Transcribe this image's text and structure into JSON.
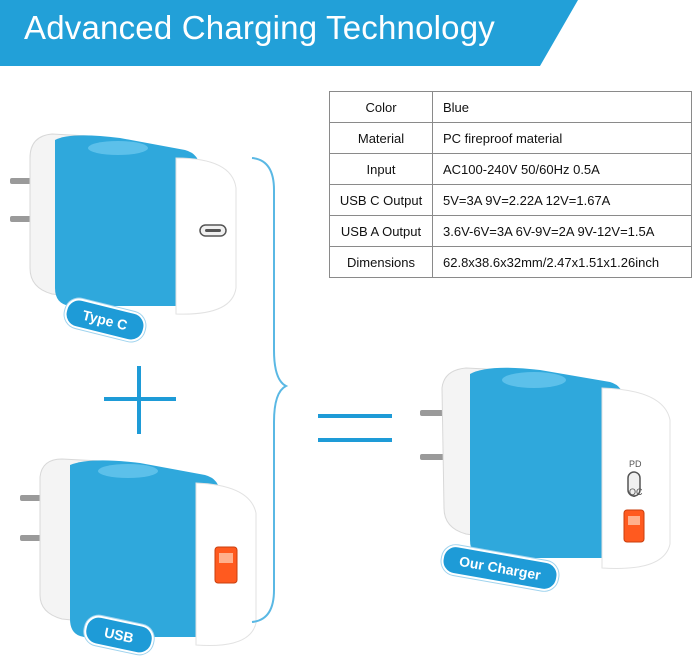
{
  "header": {
    "title": "Advanced Charging Technology",
    "color": "#22a0d8"
  },
  "spec_table": {
    "rows": [
      {
        "key": "Color",
        "value": "Blue"
      },
      {
        "key": "Material",
        "value": "PC fireproof material"
      },
      {
        "key": "Input",
        "value": "AC100-240V 50/60Hz 0.5A"
      },
      {
        "key": "USB C Output",
        "value": "5V=3A  9V=2.22A  12V=1.67A"
      },
      {
        "key": "USB A Output",
        "value": "3.6V-6V=3A 6V-9V=2A 9V-12V=1.5A"
      },
      {
        "key": "Dimensions",
        "value": "62.8x38.6x32mm/2.47x1.51x1.26inch"
      }
    ]
  },
  "labels": {
    "type_c": "Type C",
    "usb": "USB",
    "our_charger": "Our Charger"
  },
  "port_labels": {
    "pd": "PD",
    "qc": "QC"
  },
  "colors": {
    "charger_blue": "#2fa8dc",
    "accent": "#1e9bd7",
    "usb_port": "#ff5a1f"
  },
  "icons": {
    "plus": "plus-icon",
    "equals": "equals-icon",
    "bracket": "right-brace-icon"
  }
}
